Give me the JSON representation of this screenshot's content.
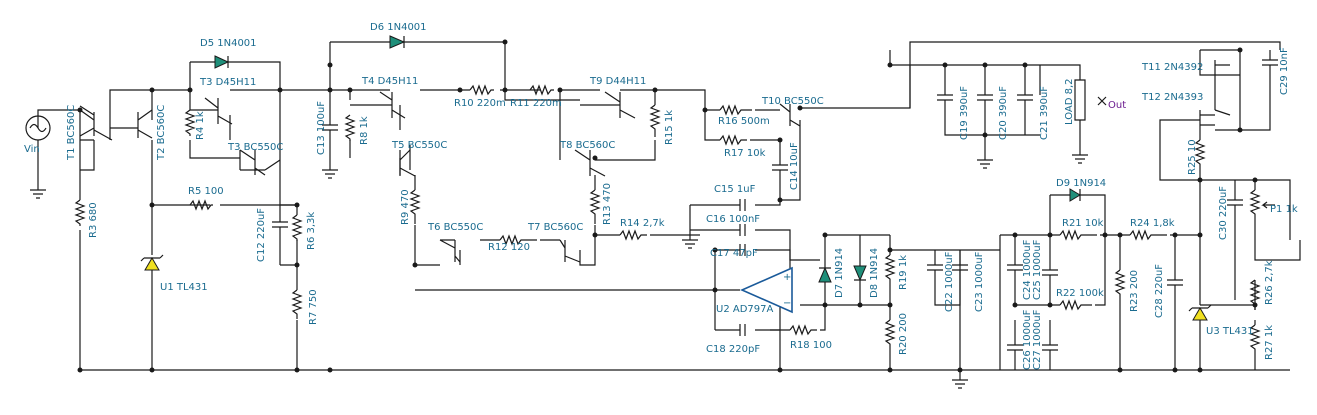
{
  "labels": {
    "vin": "Vin",
    "t1": "T1 BC560C",
    "t2": "T2 BC560C",
    "r3": "R3 680",
    "u1": "U1 TL431",
    "d5": "D5 1N4001",
    "t3a": "T3 D45H11",
    "r4": "R4 1k",
    "t3b": "T3 BC550C",
    "r5": "R5 100",
    "c12": "C12 220uF",
    "r6": "R6 3,3k",
    "r7": "R7 750",
    "d6": "D6 1N4001",
    "c13": "C13 100uF",
    "t4": "T4 D45H11",
    "r8": "R8 1k",
    "r10": "R10 220m",
    "r11": "R11 220m",
    "t9": "T9 D44H11",
    "t5": "T5 BC550C",
    "t8": "T8 BC560C",
    "r15": "R15 1k",
    "r9": "R9 470",
    "r13": "R13 470",
    "t6": "T6 BC550C",
    "t7": "T7 BC560C",
    "r12": "R12 120",
    "r14": "R14 2,7k",
    "r16": "R16 500m",
    "r17": "R17 10k",
    "t10": "T10 BC550C",
    "c14": "C14 10uF",
    "c15": "C15 1uF",
    "c16": "C16 100nF",
    "c17": "C17 47pF",
    "u2": "U2 AD797A",
    "c18": "C18 220pF",
    "r18": "R18 100",
    "d7": "D7 1N914",
    "d8": "D8 1N914",
    "r19": "R19 1k",
    "r20": "R20 200",
    "c22": "C22 1000uF",
    "c23": "C23 1000uF",
    "c19": "C19 390uF",
    "c20": "C20 390uF",
    "c21": "C21 390uF",
    "load": "LOAD 8,2",
    "out": "Out",
    "c24": "C24 1000uF",
    "c25": "C25 1000uF",
    "c26": "C26 1000uF",
    "c27": "C27 1000uF",
    "d9": "D9 1N914",
    "r21": "R21 10k",
    "r22": "R22 100k",
    "r24": "R24 1,8k",
    "r23": "R23 200",
    "c28": "C28 220uF",
    "t11": "T11 2N4392",
    "t12": "T12 2N4393",
    "r25": "R25 10",
    "c29": "C29 10nF",
    "c30": "C30 220uF",
    "p1": "P1 1k",
    "r26": "R26 2,7k",
    "r27": "R27 1k",
    "u3": "U3 TL431"
  }
}
